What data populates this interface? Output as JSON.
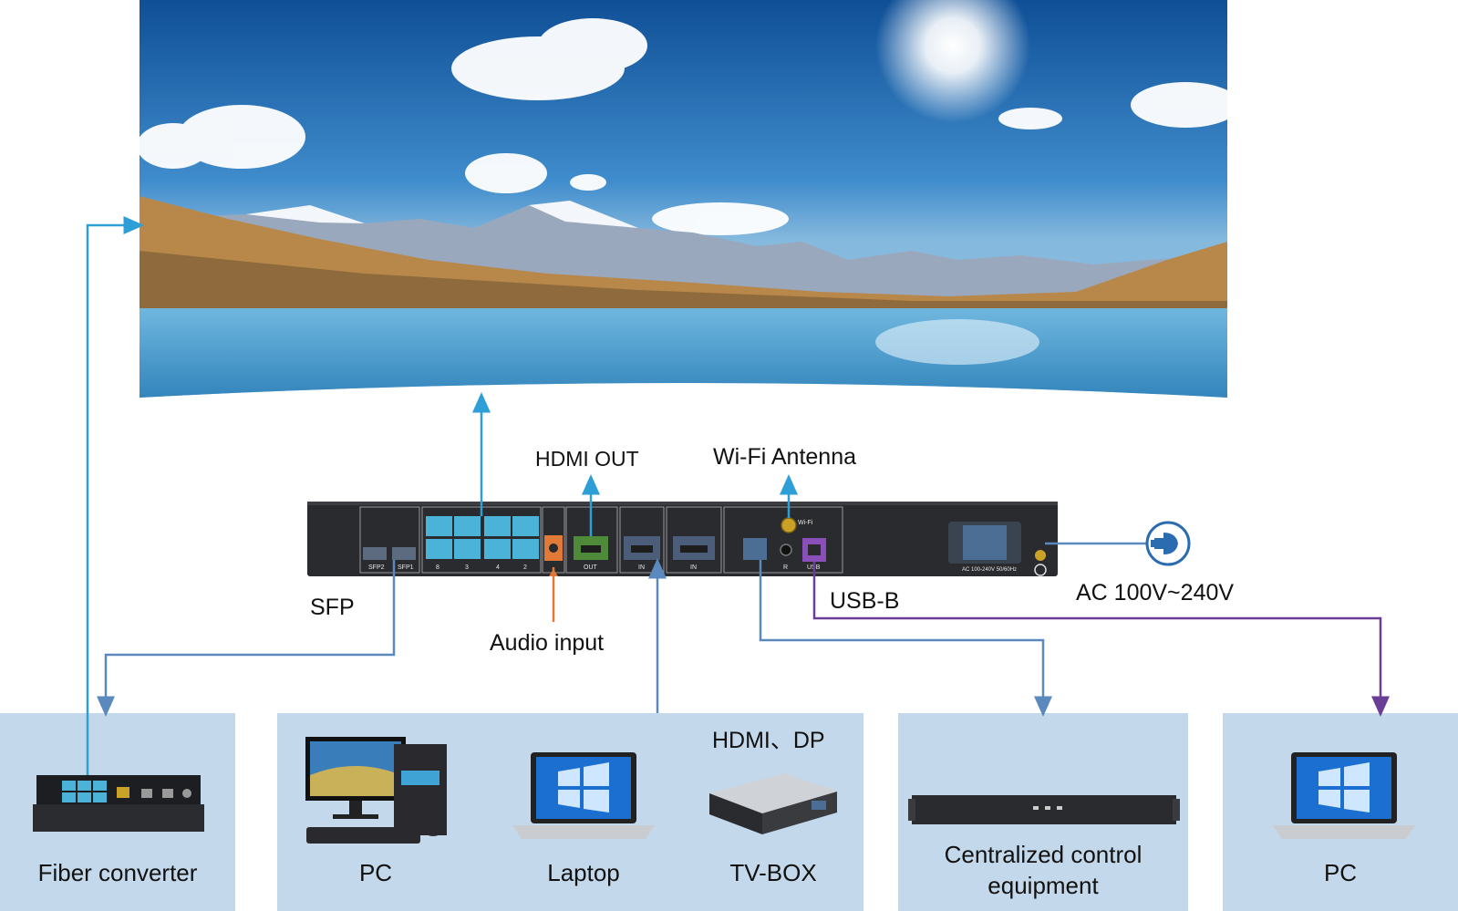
{
  "labels": {
    "hdmi_out": "HDMI OUT",
    "wifi_antenna": "Wi-Fi Antenna",
    "sfp": "SFP",
    "audio_input": "Audio input",
    "usb_b": "USB-B",
    "ac_power": "AC 100V~240V",
    "hdmi_dp": "HDMI、DP"
  },
  "panel": {
    "sections": [
      "SFP2",
      "SFP1",
      "8",
      "3",
      "4",
      "2",
      "OUT",
      "IN",
      "IN",
      "R",
      "USB"
    ],
    "wifi": "Wi-Fi",
    "power_rating": "AC 100-240V 50/60Hz"
  },
  "devices": {
    "fiber_converter": "Fiber converter",
    "pc": "PC",
    "laptop": "Laptop",
    "tv_box": "TV-BOX",
    "control_line1": "Centralized control",
    "control_line2": "equipment",
    "pc_right": "PC"
  },
  "colors": {
    "box_fill": "#c3d8ea",
    "signal_blue": "#2e9fd6",
    "steel_blue": "#5b89bd",
    "audio_orange": "#e07a36",
    "usb_purple": "#6a3d96",
    "panel_dark": "#2a2b2e",
    "network_port_teal": "#4bb3d8",
    "hdmi_green": "#4f8a3a"
  }
}
